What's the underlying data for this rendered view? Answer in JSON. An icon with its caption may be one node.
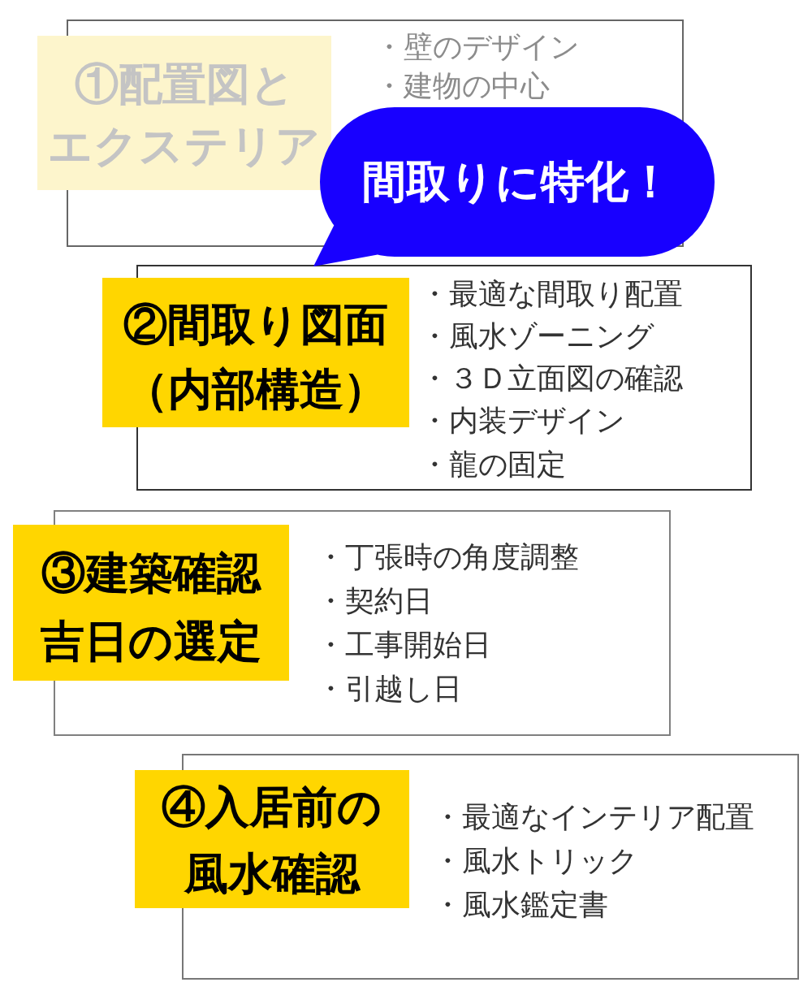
{
  "diagram": {
    "nodes": [
      {
        "text": [
          "①配置図とエクステリア"
        ]
      },
      {
        "text": [
          "・壁のデザイン",
          "・建物の中心"
        ]
      },
      {
        "text": [
          "間取りに特化！"
        ]
      },
      {
        "text": [
          "②間取り図面（内部構造）"
        ]
      },
      {
        "text": [
          "・最適な間取り配置",
          "・風水ゾーニング",
          "・３Ｄ立面図の確認",
          "・内装デザイン",
          "・龍の固定"
        ]
      },
      {
        "text": [
          "③建築確認吉日の選定"
        ]
      },
      {
        "text": [
          "・丁張時の角度調整",
          "・契約日",
          "・工事開始日",
          "・引越し日"
        ]
      },
      {
        "text": [
          "④入居前の風水確認"
        ]
      },
      {
        "text": [
          "・最適なインテリア配置",
          "・風水トリック",
          "・風水鑑定書"
        ]
      }
    ]
  }
}
